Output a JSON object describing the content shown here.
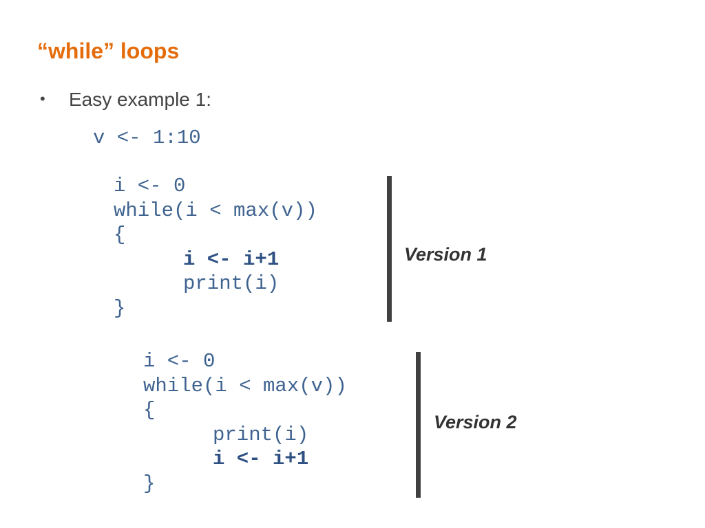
{
  "slide": {
    "title": "“while” loops",
    "bullet": {
      "marker": "•",
      "text": "Easy example 1:"
    },
    "assignment_code": "v <- 1:10",
    "version1": {
      "label": "Version 1",
      "lines": [
        {
          "indent": false,
          "bold": false,
          "text": "i <- 0"
        },
        {
          "indent": false,
          "bold": false,
          "text": "while(i < max(v))"
        },
        {
          "indent": false,
          "bold": false,
          "text": "{"
        },
        {
          "indent": true,
          "bold": true,
          "text": "i <- i+1"
        },
        {
          "indent": true,
          "bold": false,
          "text": "print(i)"
        },
        {
          "indent": false,
          "bold": false,
          "text": "}"
        }
      ]
    },
    "version2": {
      "label": "Version 2",
      "lines": [
        {
          "indent": false,
          "bold": false,
          "text": "i <- 0"
        },
        {
          "indent": false,
          "bold": false,
          "text": "while(i < max(v))"
        },
        {
          "indent": false,
          "bold": false,
          "text": "{"
        },
        {
          "indent": true,
          "bold": false,
          "text": "print(i)"
        },
        {
          "indent": true,
          "bold": true,
          "text": "i <- i+1"
        },
        {
          "indent": false,
          "bold": false,
          "text": "}"
        }
      ]
    }
  },
  "colors": {
    "title": "#E46C0A",
    "body_text": "#444444",
    "code": "#3F6390",
    "code_bold": "#2E5082",
    "divider": "#404040"
  }
}
